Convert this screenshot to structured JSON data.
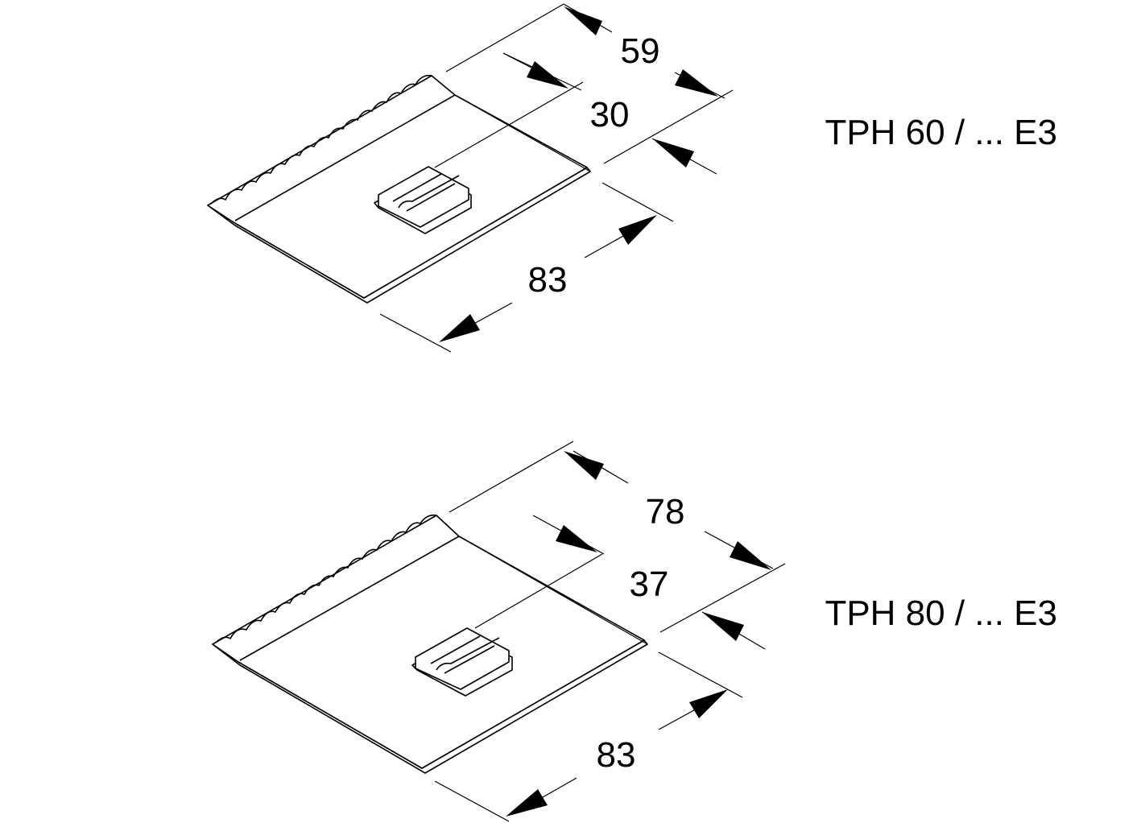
{
  "drawings": [
    {
      "label": "TPH 60 / ... E3",
      "dimensions": {
        "overall_width": "59",
        "center_offset": "30",
        "length": "83"
      }
    },
    {
      "label": "TPH 80 / ... E3",
      "dimensions": {
        "overall_width": "78",
        "center_offset": "37",
        "length": "83"
      }
    }
  ],
  "colors": {
    "line": "#000000",
    "background": "#ffffff"
  }
}
